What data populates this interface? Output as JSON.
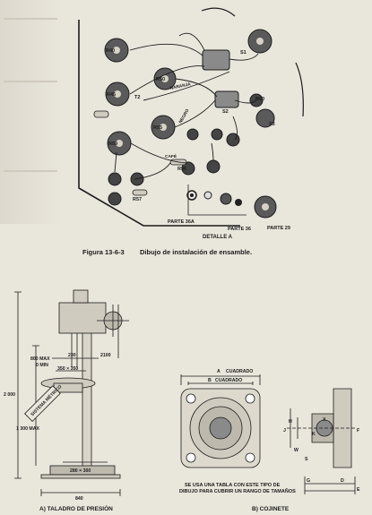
{
  "figure": {
    "number": "Figura 13-6-3",
    "caption": "Dibujo de instalación de ensamble.",
    "components": [
      "R40",
      "R45",
      "R50",
      "R55",
      "R59",
      "R57",
      "R56",
      "T2",
      "R60",
      "S1",
      "S2",
      "S3"
    ],
    "labels": [
      "NARANJA",
      "NEGRO",
      "CAFÉ"
    ],
    "parts": [
      "PARTE 36A",
      "PARTE 36",
      "PARTE 29"
    ],
    "detail": "DETALLE A"
  },
  "drill": {
    "caption": "A) TALADRO DE PRESIÓN",
    "dims": {
      "max800": "800 MAX",
      "min0": "0 MIN",
      "d230": "230",
      "d350x350": "350 × 350",
      "d2100": "2100",
      "height2000": "2 000",
      "max1300": "1 300 MAX",
      "base280x300": "280 × 300",
      "width840": "840"
    },
    "tag": "SISTEMA MÉTRICO"
  },
  "bearing": {
    "caption": "B) COJINETE",
    "dims": {
      "a": "A",
      "b": "B",
      "cuadrado1": "CUADRADO",
      "cuadrado2": "CUADRADO",
      "g": "G",
      "d": "D",
      "e": "E",
      "f": "F",
      "h": "H",
      "j": "J",
      "k": "K",
      "x": "X",
      "w": "W",
      "s": "S"
    },
    "note1": "SE USA UNA TABLA CON ESTE TIPO DE",
    "note2": "DIBUJO PARA CUBRIR UN RANGO DE TAMAÑOS"
  }
}
